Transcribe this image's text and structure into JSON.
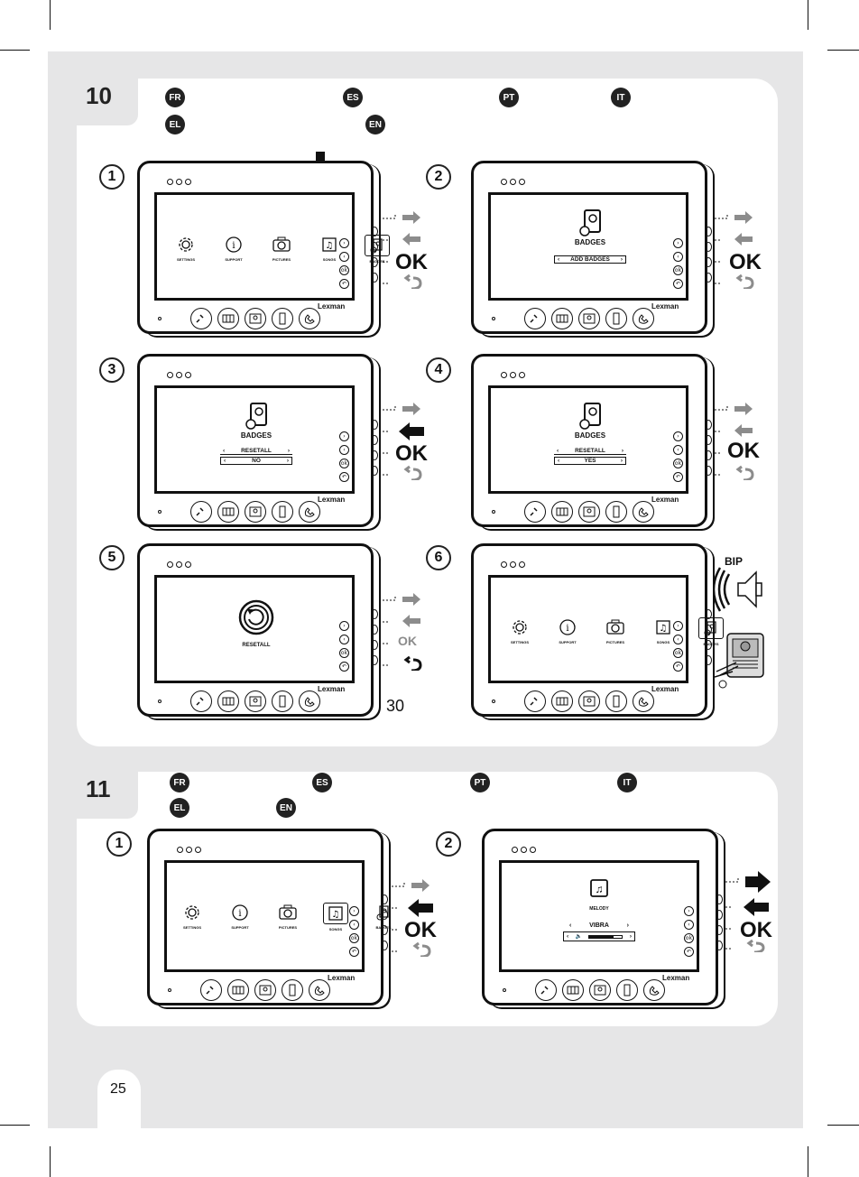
{
  "sections": [
    {
      "number": "10",
      "langs": [
        "FR",
        "ES",
        "PT",
        "IT",
        "EL",
        "EN"
      ]
    },
    {
      "number": "11",
      "langs": [
        "FR",
        "ES",
        "PT",
        "IT",
        "EL",
        "EN"
      ]
    }
  ],
  "steps": [
    "1",
    "2",
    "3",
    "4",
    "5",
    "6"
  ],
  "menu": {
    "settings": "SETTINGS",
    "support": "SUPPORT",
    "pictures": "PICTURES",
    "songs": "SONGS",
    "badges": "BADGES"
  },
  "brand": "Lexman",
  "screens": {
    "badges_title": "BADGES",
    "add_badges": "ADD BADGES",
    "resetall": "RESETALL",
    "no": "NO",
    "yes": "YES",
    "melody": "MELODY",
    "vibra": "VIBRA"
  },
  "ok_label": "OK",
  "bip": "BIP",
  "annotation_30": "30",
  "page_number": "25",
  "colors": {
    "page_bg": "#e6e6e7",
    "ink": "#111111",
    "grey_arrow": "#8c8c8c"
  }
}
